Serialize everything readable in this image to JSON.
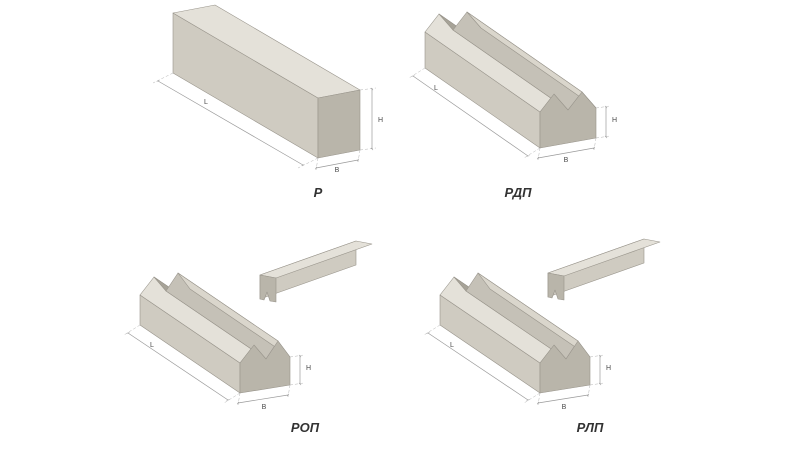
{
  "figures": [
    {
      "id": "r",
      "caption": "Р"
    },
    {
      "id": "rdp",
      "caption": "РДП"
    },
    {
      "id": "rop",
      "caption": "РОП"
    },
    {
      "id": "rlp",
      "caption": "РЛП"
    }
  ],
  "dim_labels": {
    "L": "L",
    "B": "B",
    "H": "H"
  },
  "colors": {
    "background": "#ffffff",
    "face_top": "#e4e1d9",
    "face_top2": "#dad6cc",
    "face_side": "#cfcbc1",
    "face_side2": "#c5c1b7",
    "face_notch": "#a7a398",
    "face_end": "#b9b5aa",
    "outline": "#98948b",
    "dim_line": "#9a9a9a",
    "dim_ext": "#b5b5b5",
    "dim_text": "#4a4a4a",
    "caption_text": "#333333"
  }
}
